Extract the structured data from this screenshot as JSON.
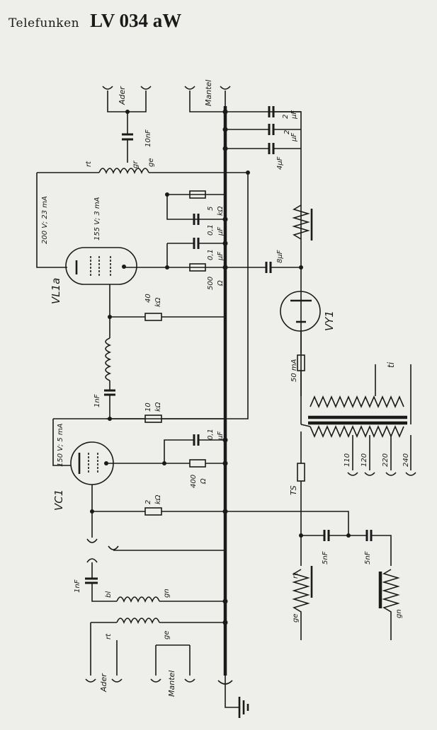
{
  "header": {
    "brand": "Telefunken",
    "model": "LV 034 aW"
  },
  "labels": {
    "ader_top": "Ader",
    "mantel_top": "Mantel",
    "c_10nf": "10nF",
    "gr": "gr",
    "rt_top": "rt",
    "ge_top": "ge",
    "c_2uf_a": "2",
    "c_2uf_b": "2",
    "uf_a": "µF",
    "uf_b": "µF",
    "c_4uf": "4µF",
    "r_5k": "5",
    "r_5k_unit": "kΩ",
    "c_01_a": "0,1",
    "c_01_a_unit": "µF",
    "c_01_b": "0,1",
    "c_01_b_unit": "µF",
    "r_500": "500",
    "r_500_unit": "Ω",
    "c_8uf": "8µF",
    "v_200": "200 V; 23 mA",
    "v_155": "155 V; 3 mA",
    "tube_vl1a": "VL1a",
    "tube_vy1": "VY1",
    "tube_vc1": "VC1",
    "r_40k": "40",
    "r_40k_unit": "kΩ",
    "c_1nf_mid": "1nF",
    "r_10k": "10",
    "r_10k_unit": "kΩ",
    "fuse_50ma": "50 mA",
    "v_150": "150 V; 5 mA",
    "c_01_c": "0,1",
    "c_01_c_unit": "µF",
    "r_400": "400",
    "r_400_unit": "Ω",
    "r_2k": "2",
    "r_2k_unit": "kΩ",
    "tap_110": "110",
    "tap_120": "120",
    "tap_220": "220",
    "tap_240": "240",
    "ts": "TS",
    "c_5nf_a": "5nF",
    "c_5nf_b": "5nF",
    "rt_low": "rt",
    "ge_low": "ge",
    "gn_low": "gn",
    "c_1nf_low": "1nF",
    "bl": "bl",
    "gn_coil": "gn",
    "rt_coil": "rt",
    "ge_coil": "ge",
    "ader_bot": "Ader",
    "mantel_bot": "Mantel"
  }
}
